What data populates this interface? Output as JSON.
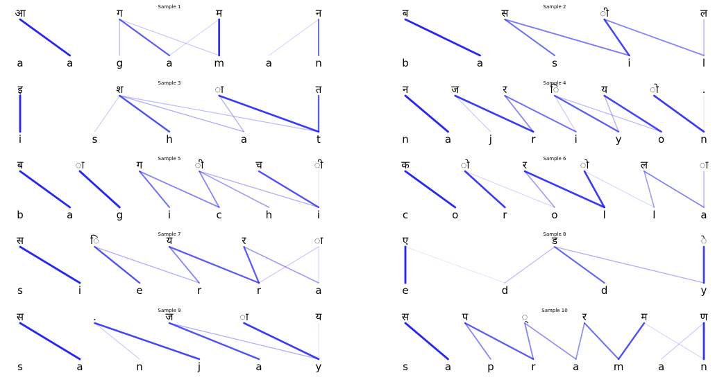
{
  "figure": {
    "panels": 10,
    "columns": 2,
    "line_color": "#1a1aff"
  },
  "chart_data": [
    {
      "type": "alignment",
      "title": "Sample 1",
      "source": [
        "आ",
        "ग",
        "म",
        "न"
      ],
      "target": [
        "a",
        "a",
        "g",
        "a",
        "m",
        "a",
        "n"
      ],
      "links": [
        [
          0,
          1,
          0.95
        ],
        [
          1,
          2,
          0.25
        ],
        [
          1,
          3,
          0.7
        ],
        [
          1,
          4,
          0.2
        ],
        [
          2,
          3,
          0.15
        ],
        [
          2,
          4,
          0.9
        ],
        [
          3,
          5,
          0.15
        ],
        [
          3,
          6,
          0.6
        ]
      ]
    },
    {
      "type": "alignment",
      "title": "Sample 2",
      "source": [
        "ब",
        "स",
        "ी",
        "ल"
      ],
      "target": [
        "b",
        "a",
        "s",
        "i",
        "l"
      ],
      "links": [
        [
          0,
          1,
          0.95
        ],
        [
          1,
          2,
          0.6
        ],
        [
          1,
          3,
          0.55
        ],
        [
          2,
          3,
          0.8
        ],
        [
          2,
          4,
          0.5
        ],
        [
          3,
          4,
          0.3
        ]
      ]
    },
    {
      "type": "alignment",
      "title": "Sample 3",
      "source": [
        "इ",
        "श",
        "ा",
        "त"
      ],
      "target": [
        "i",
        "s",
        "h",
        "a",
        "t"
      ],
      "links": [
        [
          0,
          0,
          0.95
        ],
        [
          1,
          1,
          0.2
        ],
        [
          1,
          2,
          0.75
        ],
        [
          1,
          3,
          0.3
        ],
        [
          1,
          4,
          0.25
        ],
        [
          2,
          3,
          0.3
        ],
        [
          2,
          4,
          0.85
        ],
        [
          3,
          4,
          0.7
        ]
      ]
    },
    {
      "type": "alignment",
      "title": "Sample 4",
      "source": [
        "न",
        "ज",
        "र",
        "ि",
        "य",
        "ो",
        "."
      ],
      "target": [
        "n",
        "a",
        "j",
        "r",
        "i",
        "y",
        "o",
        "n"
      ],
      "links": [
        [
          0,
          1,
          0.95
        ],
        [
          1,
          2,
          0.2
        ],
        [
          1,
          3,
          0.85
        ],
        [
          2,
          3,
          0.5
        ],
        [
          2,
          4,
          0.6
        ],
        [
          3,
          4,
          0.2
        ],
        [
          3,
          5,
          0.7
        ],
        [
          3,
          6,
          0.25
        ],
        [
          4,
          5,
          0.3
        ],
        [
          4,
          6,
          0.8
        ],
        [
          5,
          7,
          0.85
        ],
        [
          6,
          7,
          0.1
        ]
      ]
    },
    {
      "type": "alignment",
      "title": "Sample 5",
      "source": [
        "ब",
        "ा",
        "ग",
        "ी",
        "च",
        "ी"
      ],
      "target": [
        "b",
        "a",
        "g",
        "i",
        "c",
        "h",
        "i"
      ],
      "links": [
        [
          0,
          1,
          0.95
        ],
        [
          1,
          2,
          0.95
        ],
        [
          2,
          3,
          0.6
        ],
        [
          2,
          4,
          0.5
        ],
        [
          3,
          4,
          0.5
        ],
        [
          3,
          5,
          0.4
        ],
        [
          3,
          6,
          0.3
        ],
        [
          4,
          6,
          0.75
        ],
        [
          5,
          6,
          0.1
        ]
      ]
    },
    {
      "type": "alignment",
      "title": "Sample 6",
      "source": [
        "क",
        "ो",
        "र",
        "ो",
        "ल",
        "ा"
      ],
      "target": [
        "c",
        "o",
        "r",
        "o",
        "l",
        "l",
        "a"
      ],
      "links": [
        [
          0,
          1,
          0.95
        ],
        [
          1,
          2,
          0.85
        ],
        [
          1,
          3,
          0.15
        ],
        [
          2,
          3,
          0.4
        ],
        [
          2,
          4,
          0.85
        ],
        [
          3,
          4,
          0.85
        ],
        [
          3,
          5,
          0.15
        ],
        [
          4,
          5,
          0.4
        ],
        [
          4,
          6,
          0.5
        ],
        [
          5,
          6,
          0.3
        ]
      ]
    },
    {
      "type": "alignment",
      "title": "Sample 7",
      "source": [
        "स",
        "ि",
        "य",
        "र",
        "ा"
      ],
      "target": [
        "s",
        "i",
        "e",
        "r",
        "r",
        "a"
      ],
      "links": [
        [
          0,
          1,
          0.95
        ],
        [
          1,
          2,
          0.75
        ],
        [
          1,
          3,
          0.3
        ],
        [
          2,
          3,
          0.5
        ],
        [
          2,
          4,
          0.7
        ],
        [
          3,
          4,
          0.7
        ],
        [
          3,
          5,
          0.4
        ],
        [
          4,
          4,
          0.2
        ],
        [
          4,
          5,
          0.15
        ]
      ]
    },
    {
      "type": "alignment",
      "title": "Sample 8",
      "source": [
        "ए",
        "ड",
        "े"
      ],
      "target": [
        "e",
        "d",
        "d",
        "y"
      ],
      "links": [
        [
          0,
          0,
          0.95
        ],
        [
          0,
          1,
          0.08
        ],
        [
          1,
          1,
          0.25
        ],
        [
          1,
          2,
          0.65
        ],
        [
          1,
          3,
          0.3
        ],
        [
          2,
          3,
          0.85
        ]
      ]
    },
    {
      "type": "alignment",
      "title": "Sample 9",
      "source": [
        "स",
        ".",
        "ज",
        "ा",
        "य"
      ],
      "target": [
        "s",
        "a",
        "n",
        "j",
        "a",
        "y"
      ],
      "links": [
        [
          0,
          1,
          0.95
        ],
        [
          1,
          2,
          0.2
        ],
        [
          1,
          3,
          0.8
        ],
        [
          2,
          4,
          0.75
        ],
        [
          2,
          5,
          0.3
        ],
        [
          3,
          5,
          0.85
        ],
        [
          4,
          5,
          0.1
        ]
      ]
    },
    {
      "type": "alignment",
      "title": "Sample 10",
      "source": [
        "स",
        "प",
        "्",
        "र",
        "म",
        "ण"
      ],
      "target": [
        "s",
        "a",
        "p",
        "r",
        "a",
        "m",
        "a",
        "n"
      ],
      "links": [
        [
          0,
          1,
          0.95
        ],
        [
          1,
          2,
          0.5
        ],
        [
          1,
          3,
          0.7
        ],
        [
          2,
          3,
          0.5
        ],
        [
          2,
          4,
          0.45
        ],
        [
          3,
          4,
          0.45
        ],
        [
          3,
          5,
          0.6
        ],
        [
          4,
          5,
          0.75
        ],
        [
          4,
          7,
          0.15
        ],
        [
          5,
          6,
          0.2
        ],
        [
          5,
          7,
          0.9
        ]
      ]
    }
  ]
}
